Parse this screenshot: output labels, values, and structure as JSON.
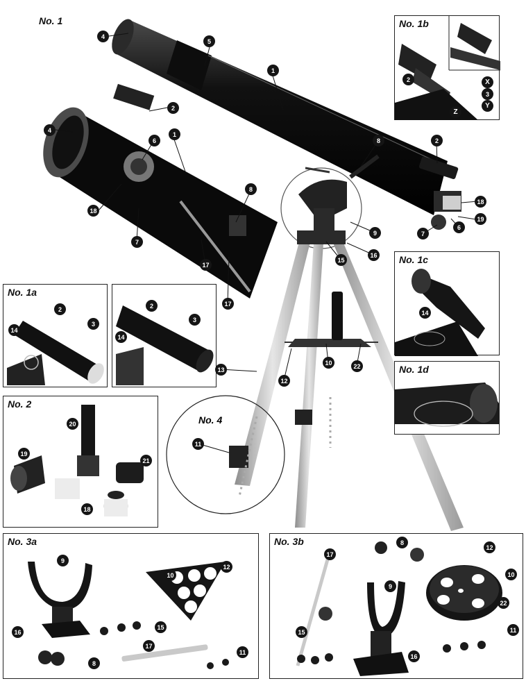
{
  "figure": {
    "main_title": "No. 1",
    "panels": {
      "p1a": "No. 1a",
      "p1b": "No. 1b",
      "p1c": "No. 1c",
      "p1d": "No. 1d",
      "p2": "No. 2",
      "p3a": "No. 3a",
      "p3b": "No. 3b",
      "p4": "No. 4"
    }
  },
  "callouts": {
    "n1": "1",
    "n2": "2",
    "n3": "3",
    "n4": "4",
    "n5": "5",
    "n6": "6",
    "n7": "7",
    "n8": "8",
    "n9": "9",
    "n10": "10",
    "n11": "11",
    "n12": "12",
    "n13": "13",
    "n14": "14",
    "n15": "15",
    "n16": "16",
    "n17": "17",
    "n18": "18",
    "n19": "19",
    "n20": "20",
    "n21": "21",
    "n22": "22",
    "X": "X",
    "Y": "Y",
    "Z": "Z"
  },
  "colors": {
    "ink": "#151515",
    "tube": "#1b1b1b",
    "metal": "#b9b9b9",
    "leader_red": "#d21f1f"
  }
}
